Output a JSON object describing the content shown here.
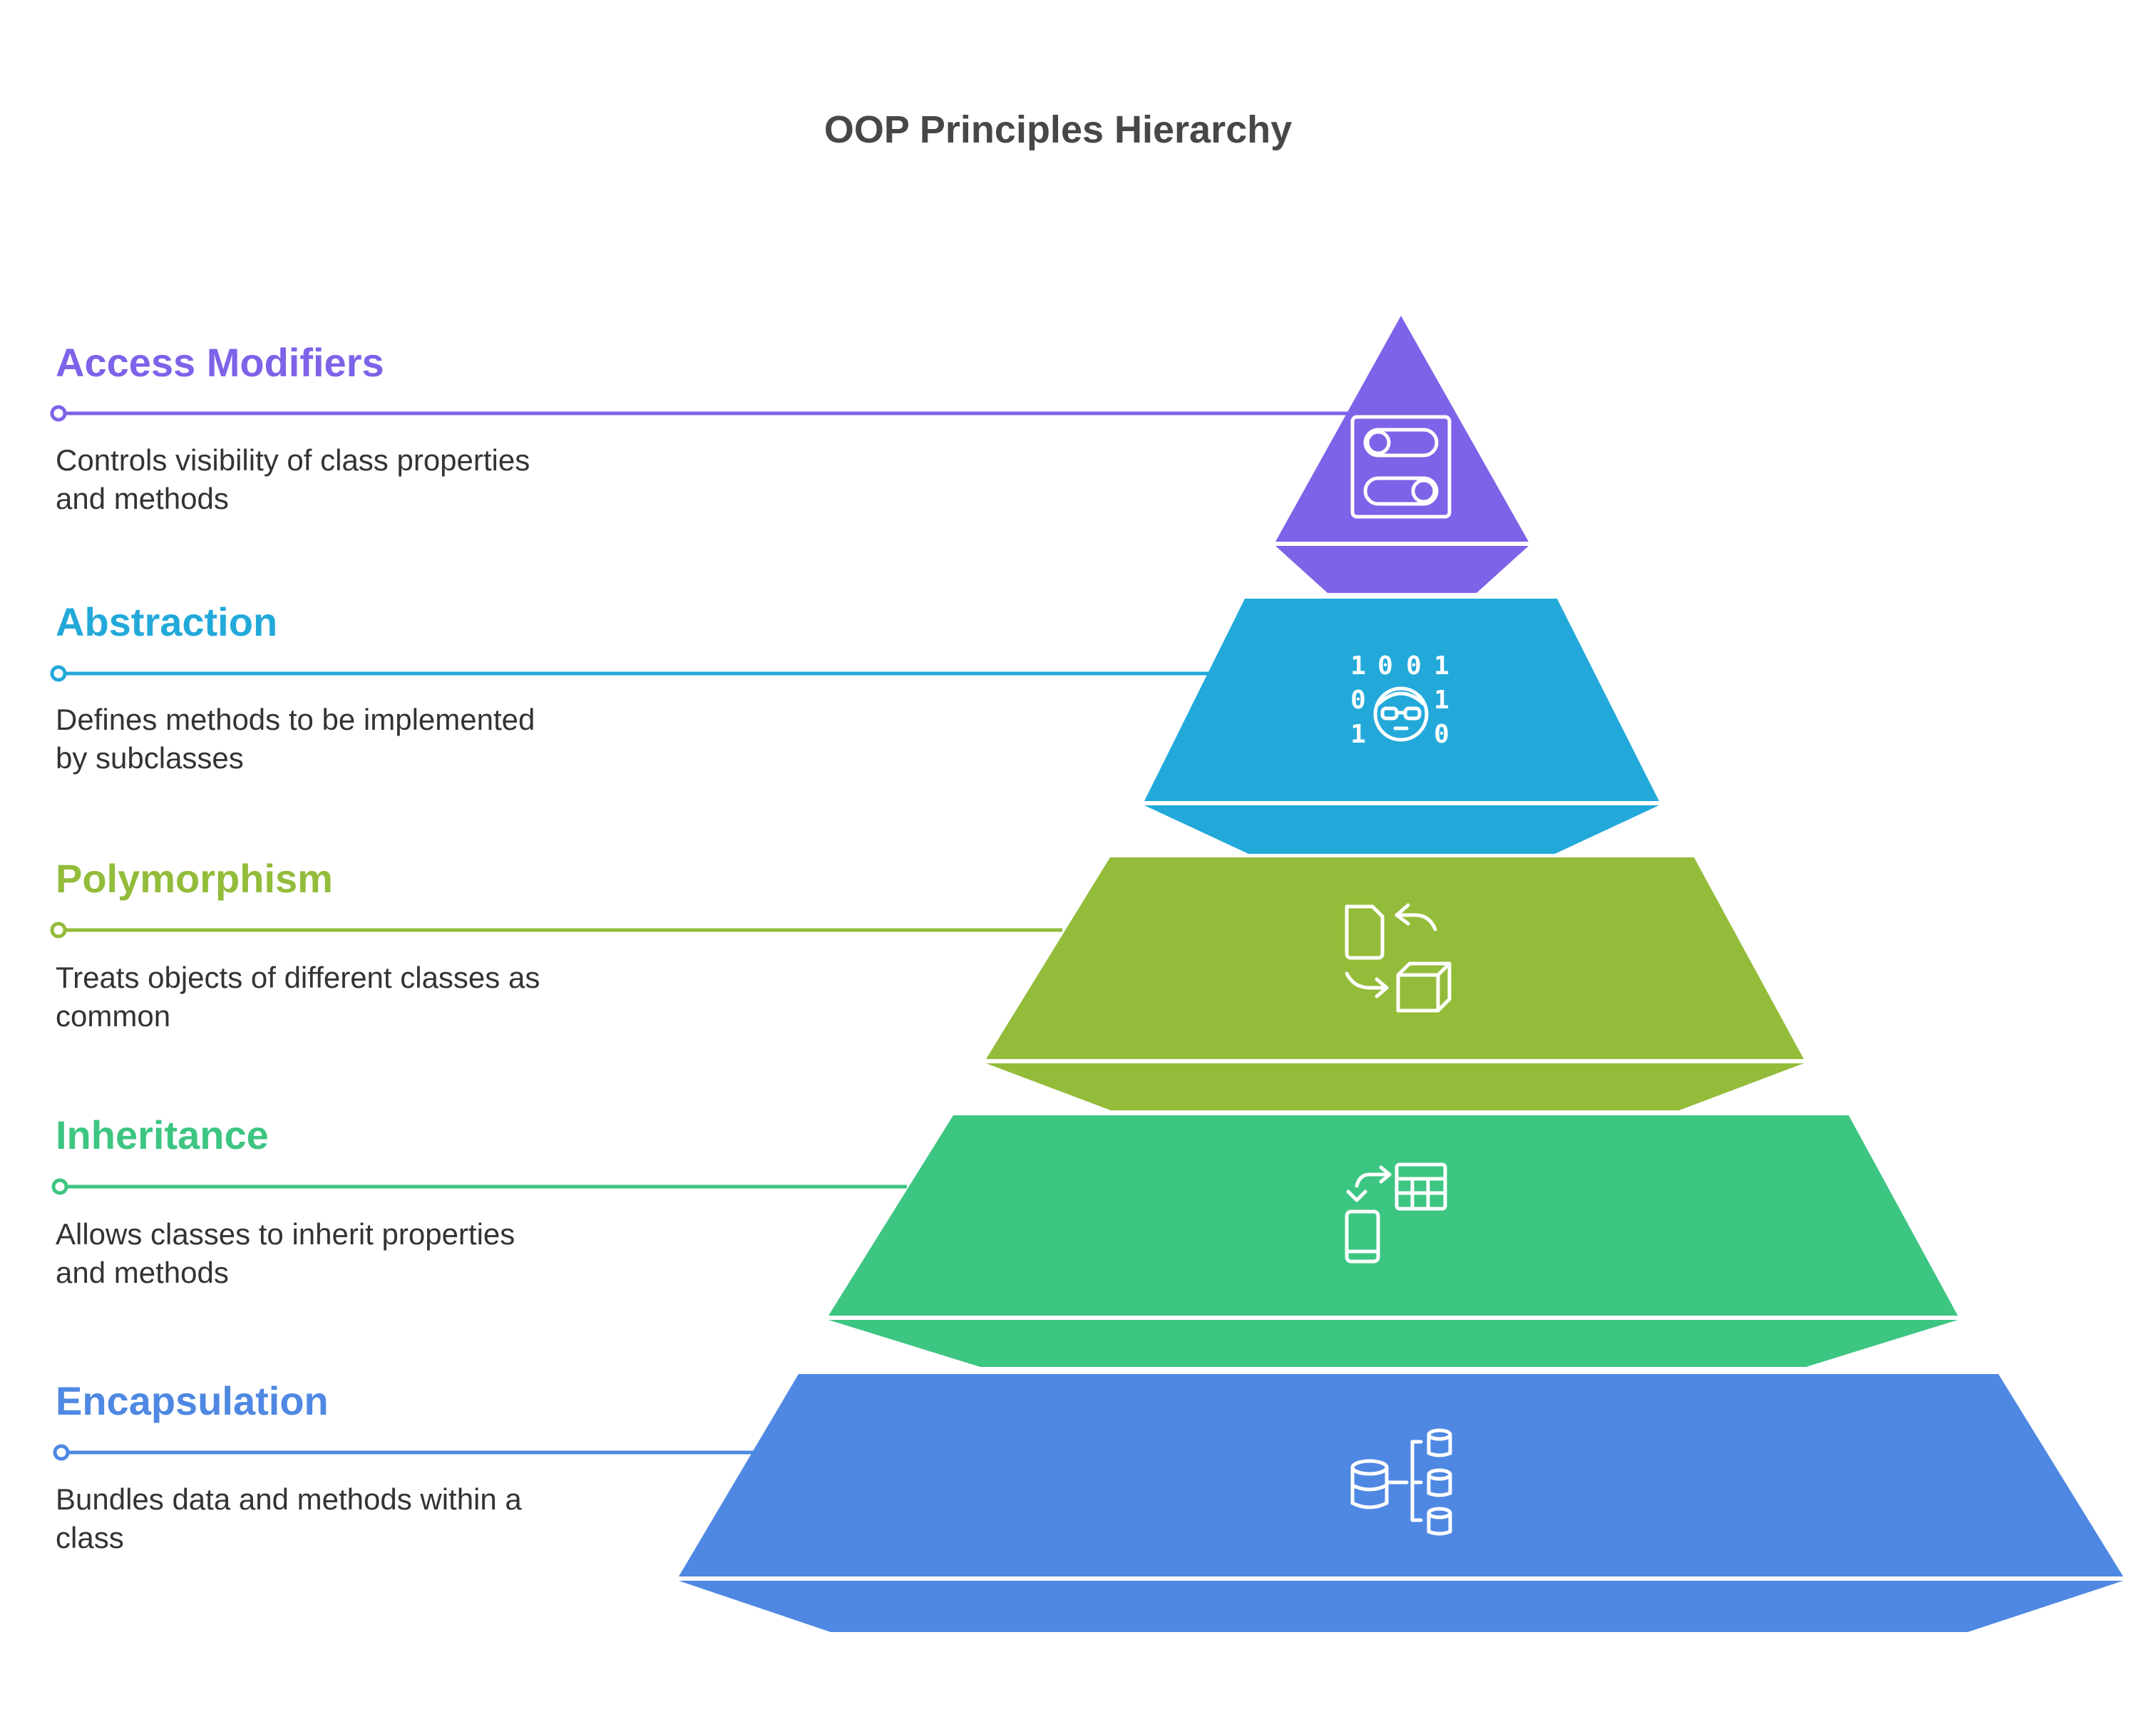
{
  "title": "OOP Principles Hierarchy",
  "tiers": [
    {
      "title": "Access Modifiers",
      "desc_lines": [
        "Controls visibility of class properties",
        "and methods"
      ],
      "color": "#7E62E8",
      "icon": "toggle-switches-icon"
    },
    {
      "title": "Abstraction",
      "desc_lines": [
        "Defines methods to be implemented",
        "by subclasses"
      ],
      "color": "#22A9DA",
      "icon": "binary-code-person-icon",
      "icon_digits": [
        "1",
        "0",
        "0",
        "1",
        "0",
        "1",
        "1",
        "0"
      ]
    },
    {
      "title": "Polymorphism",
      "desc_lines": [
        "Treats objects of different classes as",
        "common"
      ],
      "color": "#93BC3A",
      "icon": "document-cube-exchange-icon"
    },
    {
      "title": "Inheritance",
      "desc_lines": [
        "Allows classes to inherit properties",
        "and methods"
      ],
      "color": "#3DC582",
      "icon": "table-device-exchange-icon"
    },
    {
      "title": "Encapsulation",
      "desc_lines": [
        "Bundles data and methods within a",
        "class"
      ],
      "color": "#4E88E2",
      "icon": "database-hierarchy-icon"
    }
  ]
}
